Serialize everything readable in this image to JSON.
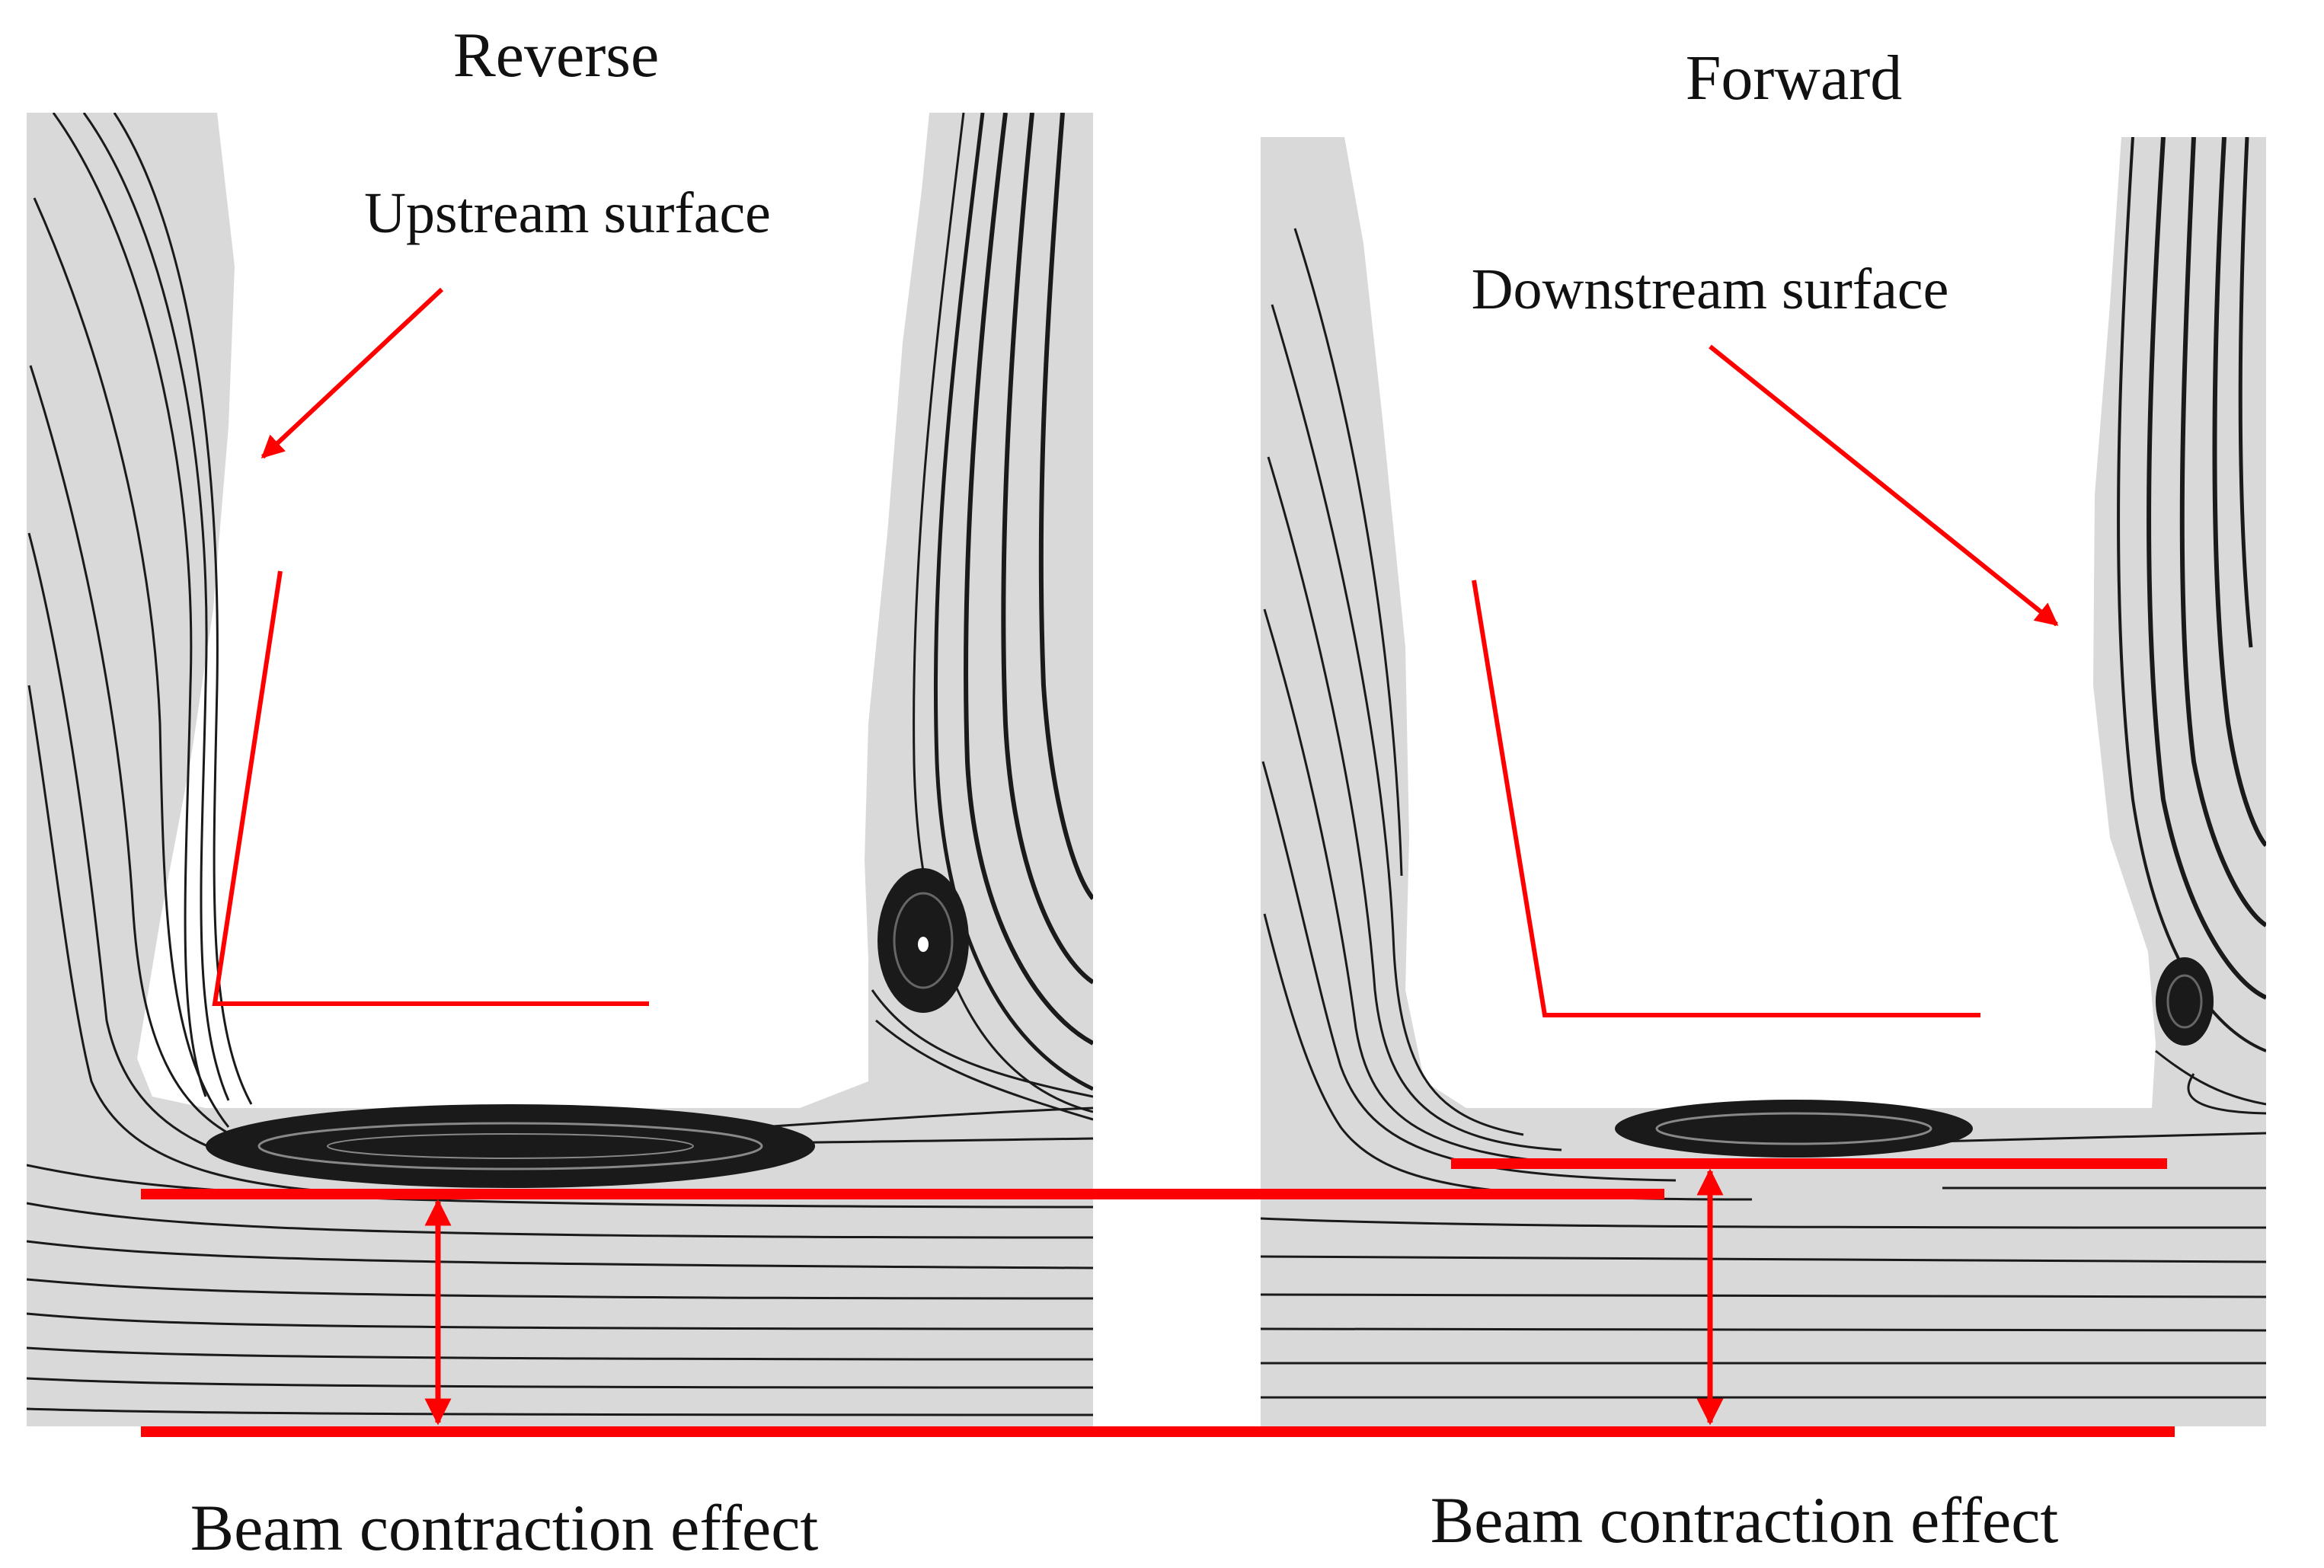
{
  "panels": {
    "left": {
      "title": "Reverse",
      "annotation": "Upstream surface"
    },
    "right": {
      "title": "Forward",
      "annotation": "Downstream surface"
    }
  },
  "captions": {
    "left": "Beam contraction effect",
    "right": "Beam contraction effect"
  },
  "colors": {
    "flow_region": "#d9d9d9",
    "streamline": "#1a1a1a",
    "annotation": "#ff0000",
    "solid": "#ffffff"
  }
}
